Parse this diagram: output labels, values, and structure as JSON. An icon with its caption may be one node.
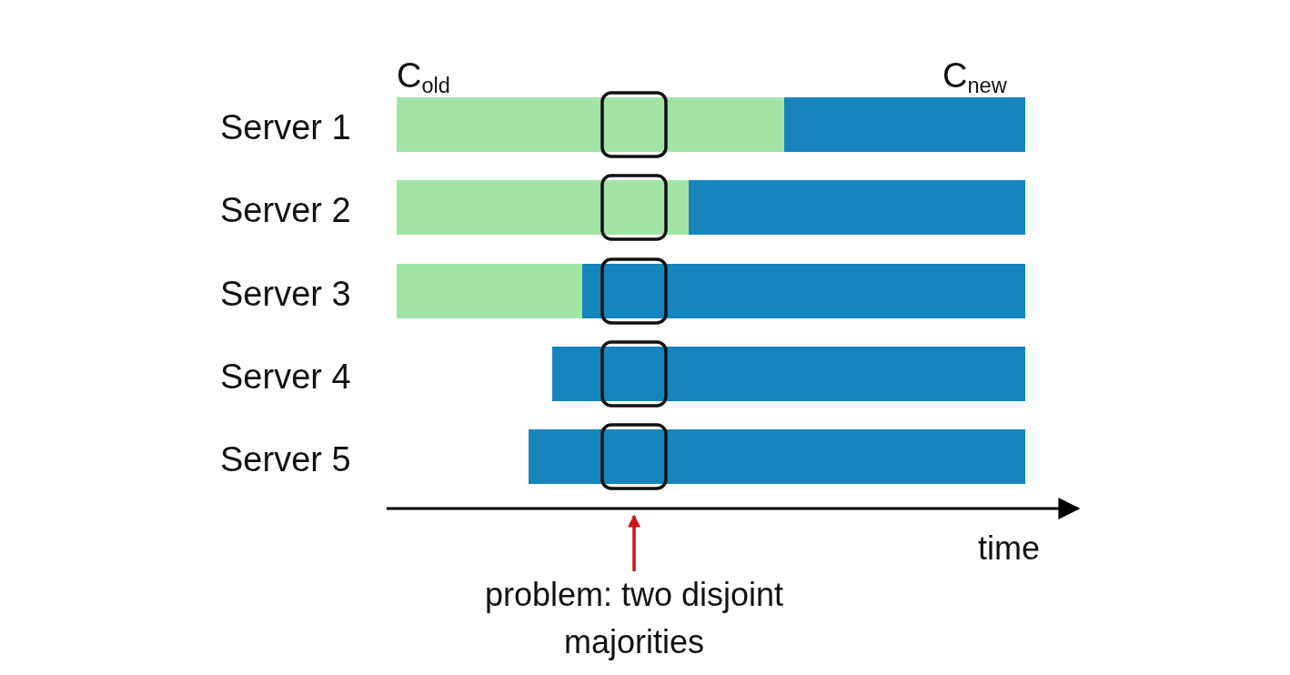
{
  "diagram": {
    "nodes": [
      {
        "text": [
          "problem: two disjoint majorities"
        ]
      },
      {
        "text": [],
        "shape": "line"
      }
    ],
    "edges": [
      {
        "from": 0,
        "to": 1,
        "arrow": "to",
        "color": "#d0121b"
      }
    ],
    "labels": [
      "C$_{old}$",
      "C$_{new}$",
      "Server 1",
      "Server 2",
      "Server 3",
      "Server 4",
      "Server 5",
      "time"
    ]
  }
}
